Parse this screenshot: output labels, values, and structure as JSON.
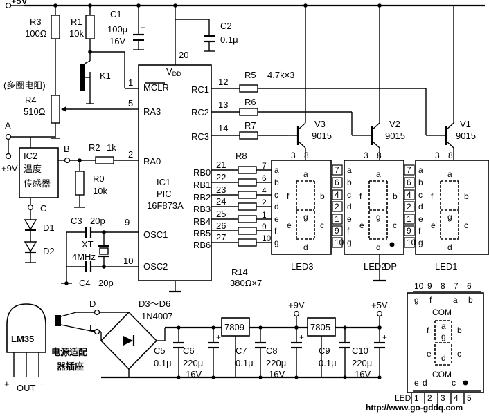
{
  "rails": {
    "vcc": "+5V"
  },
  "power": {
    "in_plus": "+9V",
    "plus9": "+9V",
    "plus5": "+5V"
  },
  "components": {
    "R3": {
      "name": "R3",
      "value": "100Ω"
    },
    "R1": {
      "name": "R1",
      "value": "10k"
    },
    "C1": {
      "name": "C1",
      "value1": "100μ",
      "value2": "16V"
    },
    "C2": {
      "name": "C2",
      "value": "0.1μ"
    },
    "K1": "K1",
    "pot_note": "(多圈电阻)",
    "R4": {
      "name": "R4",
      "value": "510Ω"
    },
    "IC2": {
      "name": "IC2",
      "line1": "温度",
      "line2": "传感器"
    },
    "R2": {
      "name": "R2",
      "value": "1k"
    },
    "R0": {
      "name": "R0",
      "value": "10k"
    },
    "C3": {
      "name": "C3",
      "value": "20p"
    },
    "XT": {
      "name": "XT",
      "value": "4MHz"
    },
    "C4": {
      "name": "C4",
      "value": "20p"
    },
    "D1": "D1",
    "D2": "D2",
    "R5": {
      "name": "R5",
      "value": "4.7k×3"
    },
    "R6": "R6",
    "R7": "R7",
    "R8": "R8",
    "R14": {
      "name": "R14",
      "value": "380Ω×7"
    },
    "V1": {
      "name": "V1",
      "type": "9015"
    },
    "V2": {
      "name": "V2",
      "type": "9015"
    },
    "V3": {
      "name": "V3",
      "type": "9015"
    },
    "LM35": "LM35",
    "bridge": {
      "name": "D3～D6",
      "type": "1N4007"
    },
    "adapter": {
      "line1": "电源适配",
      "line2": "器插座"
    },
    "C5": {
      "name": "C5",
      "value": "0.1μ"
    },
    "C6": {
      "name": "C6",
      "value1": "220μ",
      "value2": "16V"
    },
    "C7": {
      "name": "C7",
      "value": "0.1μ"
    },
    "C8": {
      "name": "C8",
      "value1": "220μ",
      "value2": "16V"
    },
    "C9": {
      "name": "C9",
      "value": "0.1μ"
    },
    "C10": {
      "name": "C10",
      "value1": "220μ",
      "value2": "16V"
    },
    "reg1": "7809",
    "reg2": "7805"
  },
  "nodes": {
    "A": "A",
    "B": "B",
    "C": "C",
    "D": "D",
    "E": "E"
  },
  "ic1": {
    "vdd": "V",
    "vdd_sub": "DD",
    "name1": "IC1",
    "name2": "PIC",
    "name3": "16F873A",
    "pins": [
      {
        "num": "1",
        "name": "MCLR"
      },
      {
        "num": "5",
        "name": "RA3"
      },
      {
        "num": "2",
        "name": "RA0"
      },
      {
        "num": "9",
        "name": "OSC1"
      },
      {
        "num": "10",
        "name": "OSC2"
      },
      {
        "num": "20"
      },
      {
        "num": "12",
        "name": "RC1"
      },
      {
        "num": "13",
        "name": "RC2"
      },
      {
        "num": "14",
        "name": "RC3"
      },
      {
        "num": "21",
        "name": "RB0"
      },
      {
        "num": "22",
        "name": "RB1"
      },
      {
        "num": "23",
        "name": "RB2"
      },
      {
        "num": "24",
        "name": "RB3"
      },
      {
        "num": "25",
        "name": "RB4"
      },
      {
        "num": "26",
        "name": "RB5"
      },
      {
        "num": "27",
        "name": "RB6"
      }
    ]
  },
  "led_display": {
    "segments": [
      "a",
      "b",
      "c",
      "d",
      "e",
      "f",
      "g"
    ],
    "seg_pins": [
      "7",
      "6",
      "4",
      "2",
      "1",
      "9",
      "10"
    ],
    "common_pins": [
      "3",
      "8"
    ],
    "dp": "DP",
    "names": [
      "LED3",
      "LED2",
      "LED1"
    ]
  },
  "pinout": {
    "top_pins": [
      "10",
      "9",
      "8",
      "7",
      "6"
    ],
    "top_labels": [
      "g",
      "f",
      "a",
      "b"
    ],
    "com": "COM",
    "bottom_labels": [
      "e",
      "d",
      "c",
      "DP"
    ],
    "bottom_pins": [
      "1",
      "2",
      "3",
      "4",
      "5"
    ],
    "led_label": "LED"
  },
  "lm35_pins": {
    "plus": "+",
    "out": "OUT",
    "minus": "−"
  },
  "watermark": "http://www.go-gddq.com"
}
